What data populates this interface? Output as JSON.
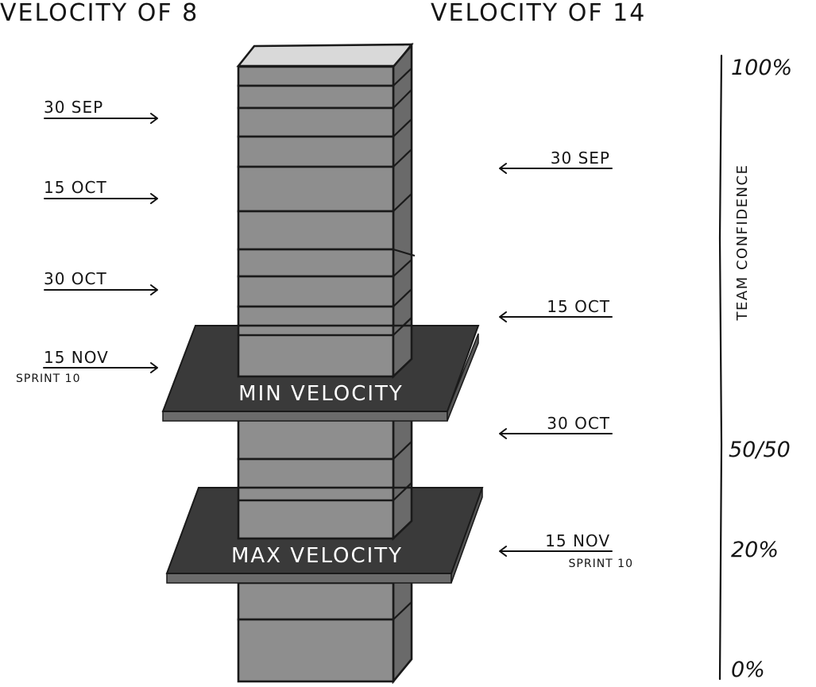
{
  "headers": {
    "left": "VELOCITY OF 8",
    "right": "VELOCITY OF 14"
  },
  "left_markers": [
    {
      "date": "30 SEP",
      "sub": ""
    },
    {
      "date": "15 OCT",
      "sub": ""
    },
    {
      "date": "30 OCT",
      "sub": ""
    },
    {
      "date": "15 NOV",
      "sub": "SPRINT 10"
    }
  ],
  "right_markers": [
    {
      "date": "30 SEP",
      "sub": ""
    },
    {
      "date": "15 OCT",
      "sub": ""
    },
    {
      "date": "30 OCT",
      "sub": ""
    },
    {
      "date": "15 NOV",
      "sub": "SPRINT 10"
    }
  ],
  "platforms": {
    "min": "MIN VELOCITY",
    "max": "MAX VELOCITY"
  },
  "confidence_scale": {
    "title": "TEAM CONFIDENCE",
    "ticks": [
      "100%",
      "50/50",
      "20%",
      "0%"
    ]
  },
  "colors": {
    "brick_front": "#8e8e8e",
    "brick_side": "#6a6a6a",
    "top_face": "#d9d9d9",
    "platform": "#3a3a3a",
    "platform_edge": "#6b6b6b",
    "ink": "#111111"
  }
}
